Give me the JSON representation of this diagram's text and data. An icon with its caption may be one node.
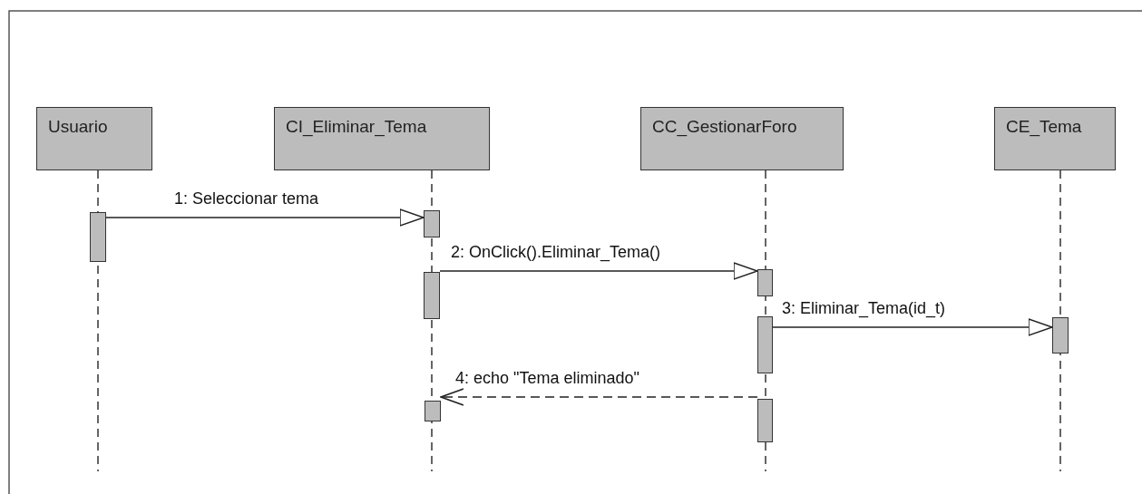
{
  "diagram": {
    "nodes": [
      {
        "text": [
          "Usuario"
        ]
      },
      {
        "text": [
          "CI_Eliminar_Tema"
        ]
      },
      {
        "text": [
          "CC_GestionarForo"
        ]
      },
      {
        "text": [
          "CE_Tema"
        ]
      },
      {
        "text": [],
        "shape": "bar"
      },
      {
        "text": [],
        "shape": "bar"
      },
      {
        "text": [],
        "shape": "bar"
      },
      {
        "text": [],
        "shape": "bar"
      },
      {
        "text": [],
        "shape": "bar"
      },
      {
        "text": [],
        "shape": "bar"
      },
      {
        "text": [],
        "shape": "bar"
      },
      {
        "text": [],
        "shape": "bar"
      }
    ],
    "edges": [
      {
        "from": 4,
        "to": 5,
        "arrow": "to",
        "label": "1: Seleccionar tema"
      },
      {
        "from": 6,
        "to": 7,
        "arrow": "to",
        "label": "2: OnClick().Eliminar_Tema()"
      },
      {
        "from": 8,
        "to": 9,
        "arrow": "to",
        "label": "3: Eliminar_Tema(id_t)"
      },
      {
        "from": 10,
        "to": 11,
        "arrow": "to",
        "label": "4: echo \"Tema eliminado\"",
        "style": "dashed"
      }
    ]
  }
}
